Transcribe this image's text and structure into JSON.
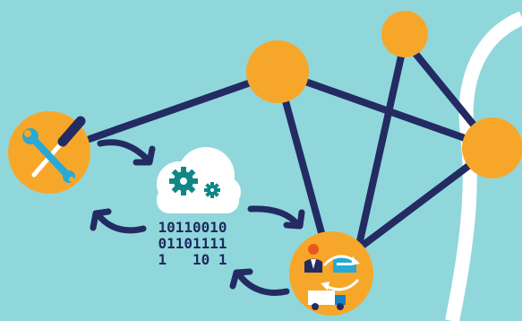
{
  "colors": {
    "background": "#90d7dc",
    "node": "#f6a72a",
    "edge": "#232b62",
    "road": "#ffffff",
    "cloud": "#ffffff",
    "gear": "#0e8786",
    "screwdriver": "#2aa9d6",
    "accent_blue": "#1a7fc1"
  },
  "binary_code": [
    "10110010",
    "01101111",
    "1   10 1"
  ],
  "icons": {
    "tools": "screwdriver-wrench-icon",
    "cloud": "cloud-gears-icon",
    "process": "worker-truck-cycle-icon"
  }
}
